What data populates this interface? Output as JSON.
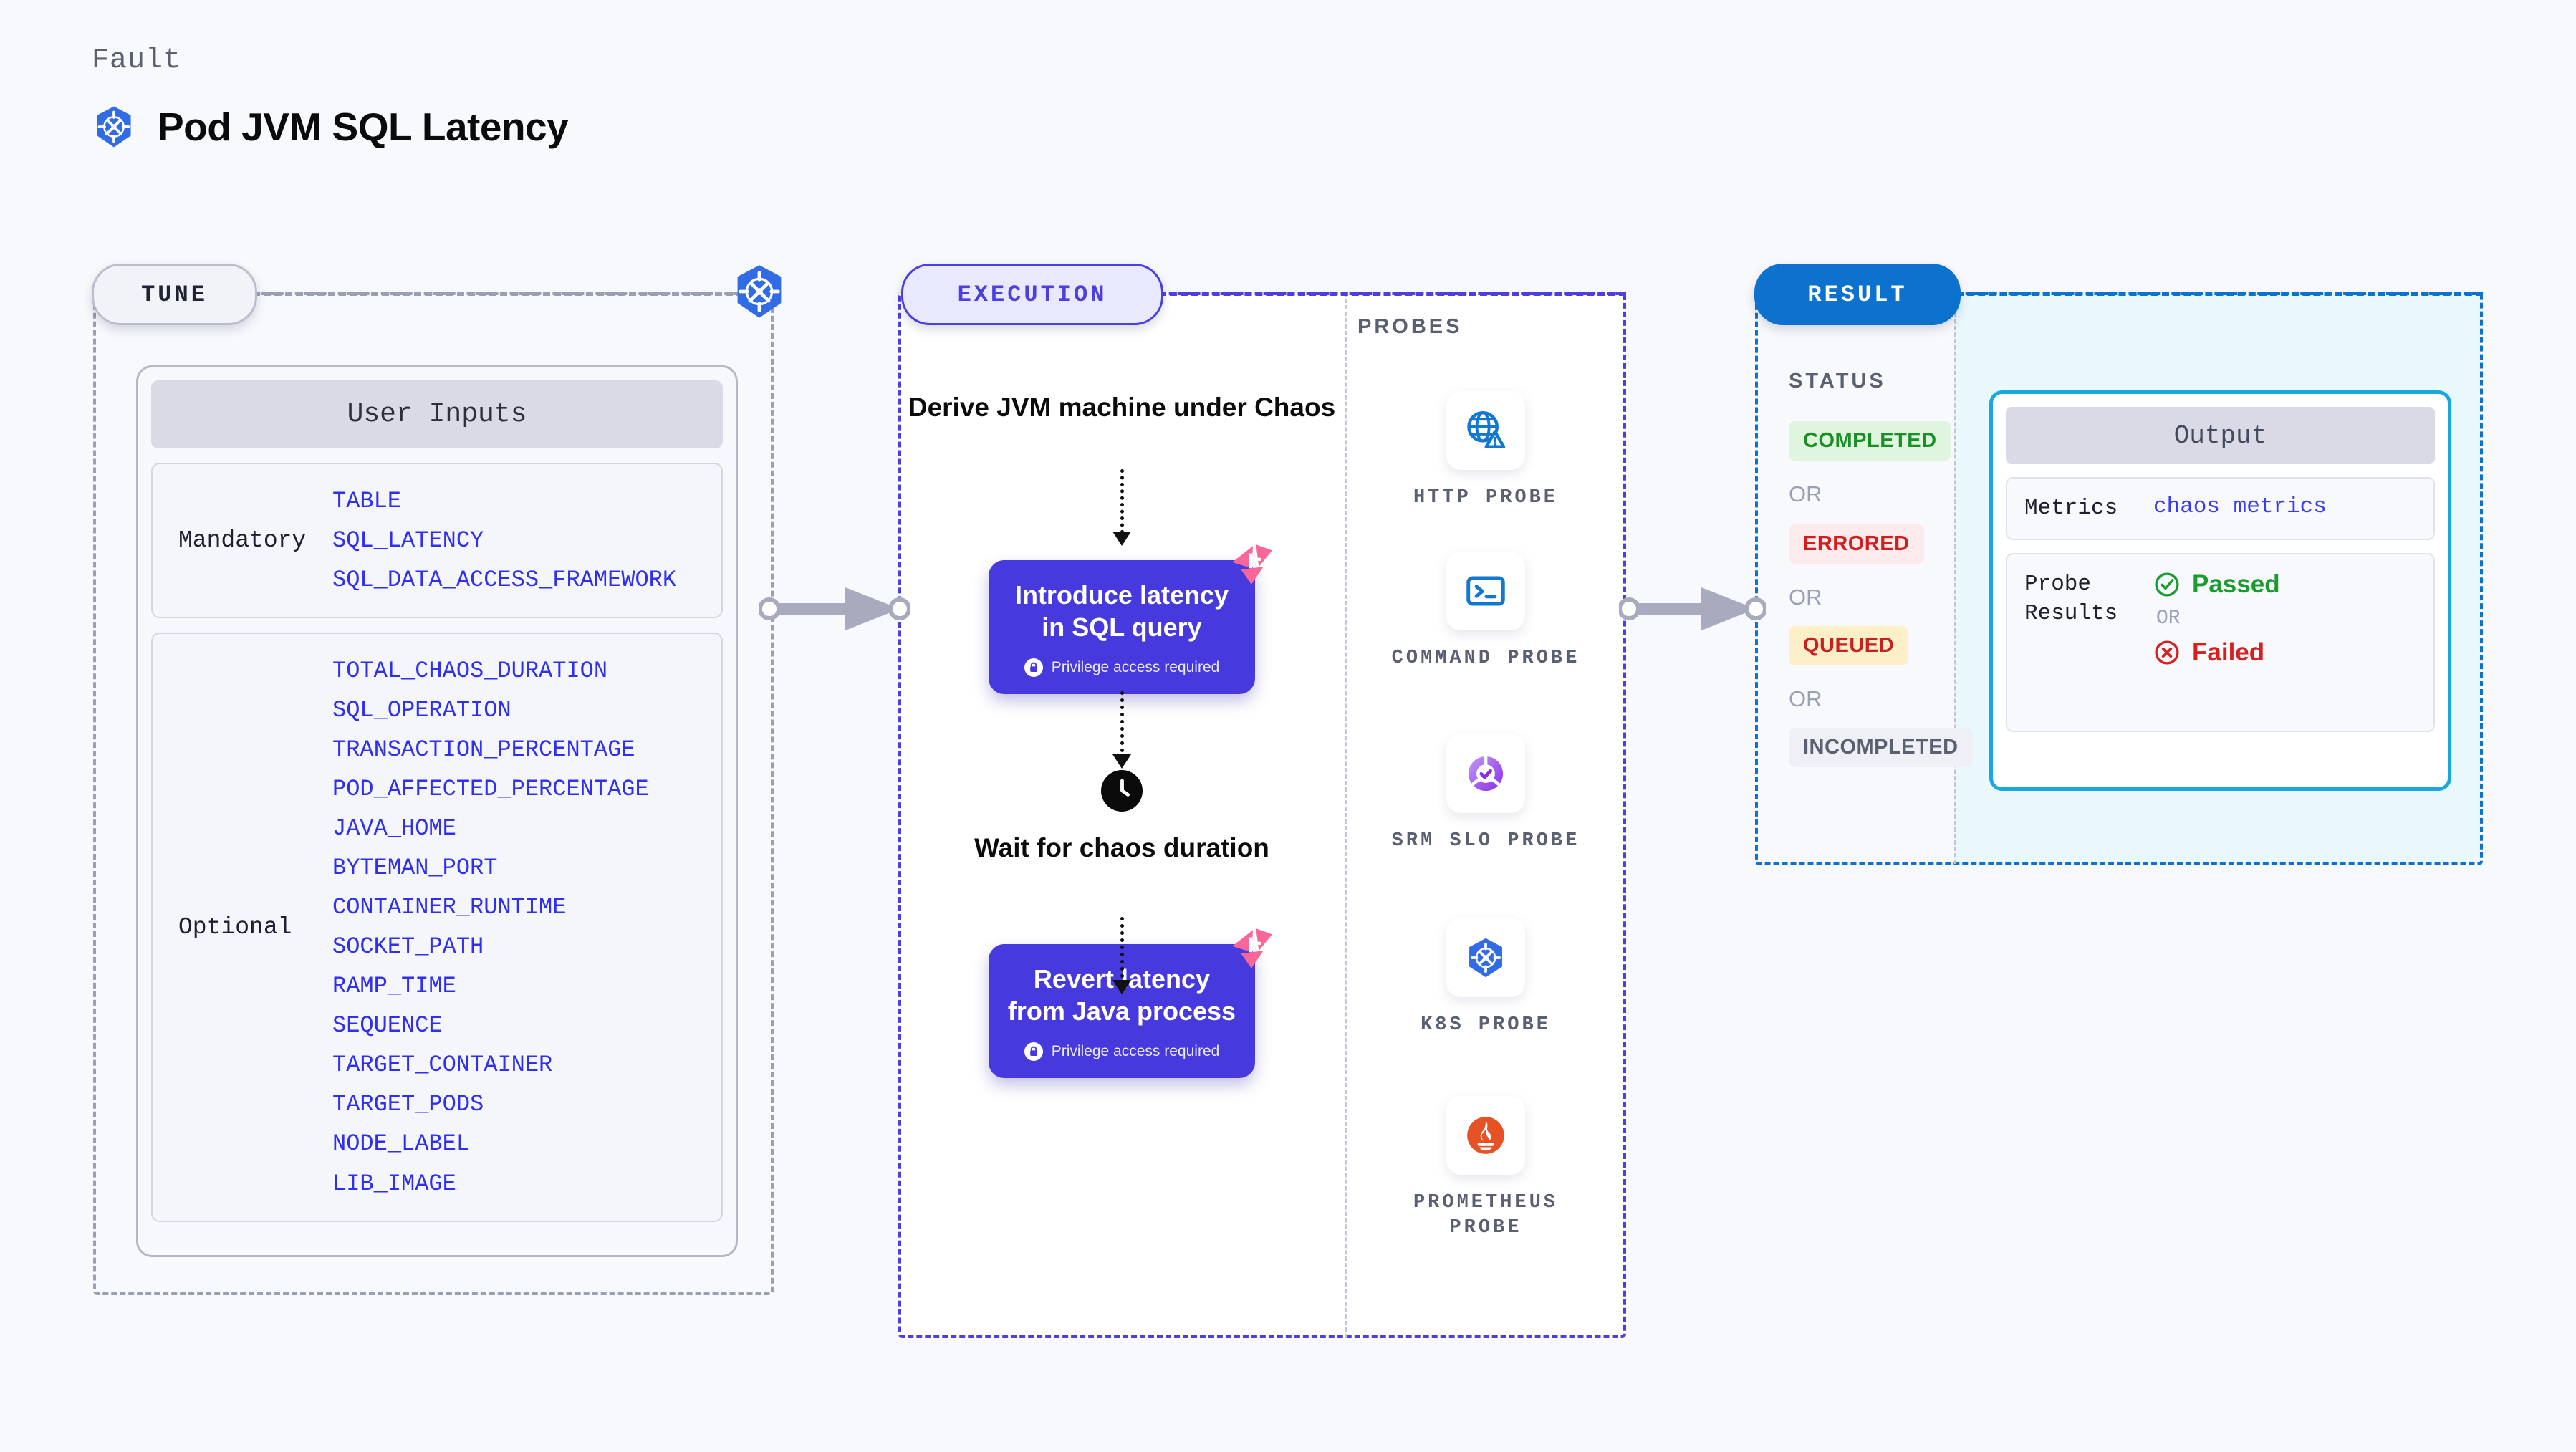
{
  "header": {
    "eyebrow": "Fault",
    "title": "Pod JVM SQL Latency",
    "logo_icon": "kubernetes-icon"
  },
  "tune": {
    "pill_label": "TUNE",
    "line_icon": "kubernetes-icon",
    "user_inputs_title": "User Inputs",
    "groups": [
      {
        "label": "Mandatory",
        "params": [
          "TABLE",
          "SQL_LATENCY",
          "SQL_DATA_ACCESS_FRAMEWORK"
        ]
      },
      {
        "label": "Optional",
        "params": [
          "TOTAL_CHAOS_DURATION",
          "SQL_OPERATION",
          "TRANSACTION_PERCENTAGE",
          "POD_AFFECTED_PERCENTAGE",
          "JAVA_HOME",
          "BYTEMAN_PORT",
          "CONTAINER_RUNTIME",
          "SOCKET_PATH",
          "RAMP_TIME",
          "SEQUENCE",
          "TARGET_CONTAINER",
          "TARGET_PODS",
          "NODE_LABEL",
          "LIB_IMAGE"
        ]
      }
    ]
  },
  "execution": {
    "pill_label": "EXECUTION",
    "step1_heading": "Derive JVM machine under Chaos",
    "card1": {
      "title": "Introduce latency in SQL query",
      "privilege": "Privilege access required",
      "lock_icon": "lock-icon",
      "badge_icon": "litmus-icon"
    },
    "wait_heading": "Wait for chaos duration",
    "wait_icon": "clock-icon",
    "card2": {
      "title": "Revert latency from Java process",
      "privilege": "Privilege access required",
      "lock_icon": "lock-icon",
      "badge_icon": "litmus-icon"
    }
  },
  "probes": {
    "label": "PROBES",
    "items": [
      {
        "name": "HTTP PROBE",
        "icon": "globe-warning-icon"
      },
      {
        "name": "COMMAND PROBE",
        "icon": "terminal-icon"
      },
      {
        "name": "SRM SLO PROBE",
        "icon": "srm-slo-icon"
      },
      {
        "name": "K8S PROBE",
        "icon": "kubernetes-icon"
      },
      {
        "name": "PROMETHEUS PROBE",
        "icon": "prometheus-icon"
      }
    ]
  },
  "result": {
    "pill_label": "RESULT",
    "status_label": "STATUS",
    "or_label": "OR",
    "statuses": [
      {
        "text": "COMPLETED",
        "color": "#1a8f28",
        "bg": "#dff5de"
      },
      {
        "text": "ERRORED",
        "color": "#d11f1f",
        "bg": "#fdeaea"
      },
      {
        "text": "QUEUED",
        "color": "#c81f1f",
        "bg": "#fdf0c8"
      },
      {
        "text": "INCOMPLETED",
        "color": "#5a6072",
        "bg": "#eef0f5"
      }
    ],
    "output": {
      "title": "Output",
      "metrics_key": "Metrics",
      "metrics_value": "chaos metrics",
      "probe_results_key": "Probe Results",
      "passed": "Passed",
      "failed": "Failed",
      "or_label": "OR",
      "pass_icon": "check-circle-icon",
      "fail_icon": "x-circle-icon"
    }
  },
  "colors": {
    "tune_accent": "#9aa0b4",
    "execution_accent": "#4d3ee0",
    "result_accent": "#0d72ce",
    "param_blue": "#2f2ff0",
    "card_purple": "#4639dd",
    "litmus_pink": "#ff6090"
  }
}
